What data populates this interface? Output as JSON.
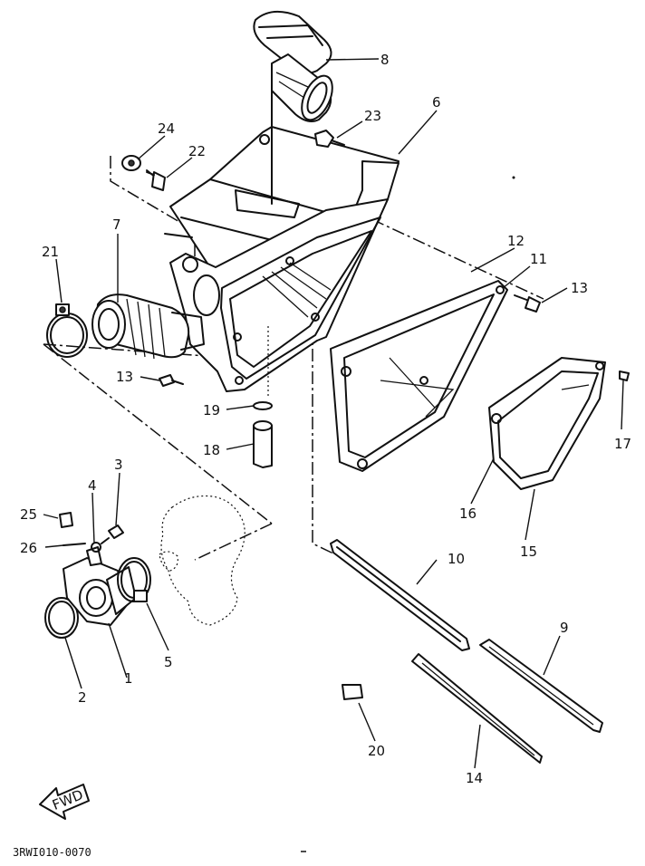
{
  "diagram": {
    "part_code": "3RWI010-0070",
    "fwd_label": "FWD",
    "callouts": {
      "c1": "1",
      "c2": "2",
      "c3": "3",
      "c4": "4",
      "c5": "5",
      "c6": "6",
      "c7": "7",
      "c8": "8",
      "c9": "9",
      "c10": "10",
      "c11": "11",
      "c12": "12",
      "c13a": "13",
      "c13b": "13",
      "c14": "14",
      "c15": "15",
      "c16": "16",
      "c17": "17",
      "c18": "18",
      "c19": "19",
      "c20": "20",
      "c21": "21",
      "c22": "22",
      "c23": "23",
      "c24": "24",
      "c25": "25",
      "c26": "26"
    }
  }
}
